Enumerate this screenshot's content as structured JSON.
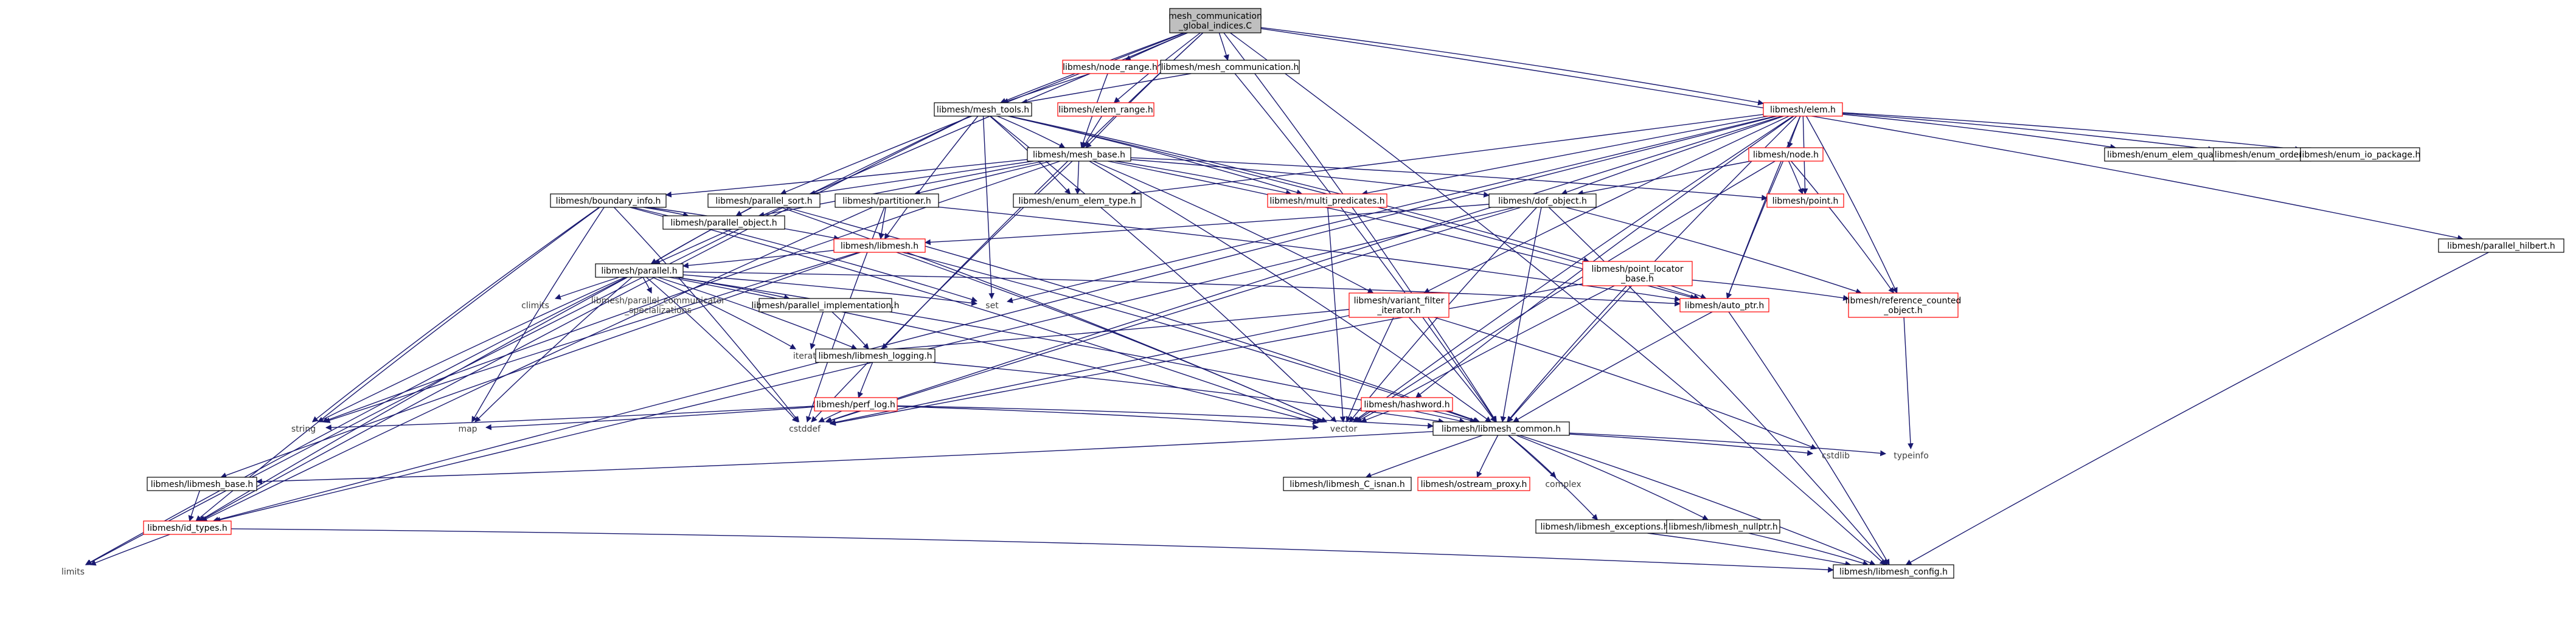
{
  "root": "mesh_communication_global_indices.C",
  "nodes": [
    {
      "id": "root",
      "label": [
        "mesh_communication",
        "_global_indices.C"
      ],
      "style": "root"
    },
    {
      "id": "node_range",
      "label": [
        "libmesh/node_range.h"
      ],
      "style": "red"
    },
    {
      "id": "mesh_communication",
      "label": [
        "libmesh/mesh_communication.h"
      ],
      "style": "black"
    },
    {
      "id": "mesh_tools",
      "label": [
        "libmesh/mesh_tools.h"
      ],
      "style": "black"
    },
    {
      "id": "elem_range",
      "label": [
        "libmesh/elem_range.h"
      ],
      "style": "red"
    },
    {
      "id": "mesh_base",
      "label": [
        "libmesh/mesh_base.h"
      ],
      "style": "black"
    },
    {
      "id": "elem",
      "label": [
        "libmesh/elem.h"
      ],
      "style": "red"
    },
    {
      "id": "enum_elem_quality",
      "label": [
        "libmesh/enum_elem_quality.h"
      ],
      "style": "black"
    },
    {
      "id": "enum_order",
      "label": [
        "libmesh/enum_order.h"
      ],
      "style": "black"
    },
    {
      "id": "enum_io_package",
      "label": [
        "libmesh/enum_io_package.h"
      ],
      "style": "black"
    },
    {
      "id": "parallel_hilbert",
      "label": [
        "libmesh/parallel_hilbert.h"
      ],
      "style": "black"
    },
    {
      "id": "boundary_info",
      "label": [
        "libmesh/boundary_info.h"
      ],
      "style": "black"
    },
    {
      "id": "parallel_sort",
      "label": [
        "libmesh/parallel_sort.h"
      ],
      "style": "black"
    },
    {
      "id": "partitioner",
      "label": [
        "libmesh/partitioner.h"
      ],
      "style": "black"
    },
    {
      "id": "enum_elem_type",
      "label": [
        "libmesh/enum_elem_type.h"
      ],
      "style": "black"
    },
    {
      "id": "multi_predicates",
      "label": [
        "libmesh/multi_predicates.h"
      ],
      "style": "red"
    },
    {
      "id": "dof_object",
      "label": [
        "libmesh/dof_object.h"
      ],
      "style": "black"
    },
    {
      "id": "node",
      "label": [
        "libmesh/node.h"
      ],
      "style": "red"
    },
    {
      "id": "point",
      "label": [
        "libmesh/point.h"
      ],
      "style": "red"
    },
    {
      "id": "parallel_object",
      "label": [
        "libmesh/parallel_object.h"
      ],
      "style": "black"
    },
    {
      "id": "libmesh_h",
      "label": [
        "libmesh/libmesh.h"
      ],
      "style": "red"
    },
    {
      "id": "parallel",
      "label": [
        "libmesh/parallel.h"
      ],
      "style": "black"
    },
    {
      "id": "point_locator_base",
      "label": [
        "libmesh/point_locator",
        "_base.h"
      ],
      "style": "red"
    },
    {
      "id": "auto_ptr",
      "label": [
        "libmesh/auto_ptr.h"
      ],
      "style": "red"
    },
    {
      "id": "reference_counted_object",
      "label": [
        "libmesh/reference_counted",
        "_object.h"
      ],
      "style": "red"
    },
    {
      "id": "climits",
      "label": [
        "climits"
      ],
      "style": "plain"
    },
    {
      "id": "parallel_comm_spec",
      "label": [
        "libmesh/parallel_communicator",
        "_specializations"
      ],
      "style": "plain"
    },
    {
      "id": "parallel_implementation",
      "label": [
        "libmesh/parallel_implementation.h"
      ],
      "style": "black"
    },
    {
      "id": "set",
      "label": [
        "set"
      ],
      "style": "plain"
    },
    {
      "id": "variant_filter_iterator",
      "label": [
        "libmesh/variant_filter",
        "_iterator.h"
      ],
      "style": "red"
    },
    {
      "id": "iterator",
      "label": [
        "iterator"
      ],
      "style": "plain"
    },
    {
      "id": "libmesh_logging",
      "label": [
        "libmesh/libmesh_logging.h"
      ],
      "style": "black"
    },
    {
      "id": "hashword",
      "label": [
        "libmesh/hashword.h"
      ],
      "style": "red"
    },
    {
      "id": "perf_log",
      "label": [
        "libmesh/perf_log.h"
      ],
      "style": "red"
    },
    {
      "id": "string",
      "label": [
        "string"
      ],
      "style": "plain"
    },
    {
      "id": "map",
      "label": [
        "map"
      ],
      "style": "plain"
    },
    {
      "id": "cstddef",
      "label": [
        "cstddef"
      ],
      "style": "plain"
    },
    {
      "id": "vector",
      "label": [
        "vector"
      ],
      "style": "plain"
    },
    {
      "id": "libmesh_common",
      "label": [
        "libmesh/libmesh_common.h"
      ],
      "style": "black"
    },
    {
      "id": "cstdlib",
      "label": [
        "cstdlib"
      ],
      "style": "plain"
    },
    {
      "id": "typeinfo",
      "label": [
        "typeinfo"
      ],
      "style": "plain"
    },
    {
      "id": "libmesh_base",
      "label": [
        "libmesh/libmesh_base.h"
      ],
      "style": "black"
    },
    {
      "id": "libmesh_c_isnan",
      "label": [
        "libmesh/libmesh_C_isnan.h"
      ],
      "style": "black"
    },
    {
      "id": "ostream_proxy",
      "label": [
        "libmesh/ostream_proxy.h"
      ],
      "style": "red"
    },
    {
      "id": "complex",
      "label": [
        "complex"
      ],
      "style": "plain"
    },
    {
      "id": "libmesh_exceptions",
      "label": [
        "libmesh/libmesh_exceptions.h"
      ],
      "style": "black"
    },
    {
      "id": "libmesh_nullptr",
      "label": [
        "libmesh/libmesh_nullptr.h"
      ],
      "style": "black"
    },
    {
      "id": "id_types",
      "label": [
        "libmesh/id_types.h"
      ],
      "style": "red"
    },
    {
      "id": "limits",
      "label": [
        "limits"
      ],
      "style": "plain"
    },
    {
      "id": "libmesh_config",
      "label": [
        "libmesh/libmesh_config.h"
      ],
      "style": "black"
    }
  ],
  "edges": [
    [
      "root",
      "node_range"
    ],
    [
      "root",
      "mesh_communication"
    ],
    [
      "root",
      "mesh_tools"
    ],
    [
      "root",
      "elem_range"
    ],
    [
      "root",
      "mesh_base"
    ],
    [
      "root",
      "elem"
    ],
    [
      "root",
      "parallel_hilbert"
    ],
    [
      "root",
      "parallel_sort"
    ],
    [
      "root",
      "parallel"
    ],
    [
      "root",
      "libmesh_logging"
    ],
    [
      "root",
      "libmesh_common"
    ],
    [
      "root",
      "libmesh_config"
    ],
    [
      "node_range",
      "mesh_base"
    ],
    [
      "node_range",
      "mesh_tools"
    ],
    [
      "mesh_communication",
      "mesh_tools"
    ],
    [
      "mesh_communication",
      "libmesh_common"
    ],
    [
      "elem_range",
      "mesh_base"
    ],
    [
      "mesh_tools",
      "mesh_base"
    ],
    [
      "mesh_tools",
      "enum_elem_type"
    ],
    [
      "mesh_tools",
      "libmesh_h"
    ],
    [
      "mesh_tools",
      "point_locator_base"
    ],
    [
      "mesh_tools",
      "id_types"
    ],
    [
      "mesh_tools",
      "set"
    ],
    [
      "mesh_tools",
      "limits"
    ],
    [
      "mesh_tools",
      "vector"
    ],
    [
      "mesh_tools",
      "auto_ptr"
    ],
    [
      "mesh_tools",
      "multi_predicates"
    ],
    [
      "mesh_base",
      "boundary_info"
    ],
    [
      "mesh_base",
      "parallel_object"
    ],
    [
      "mesh_base",
      "partitioner"
    ],
    [
      "mesh_base",
      "enum_elem_type"
    ],
    [
      "mesh_base",
      "multi_predicates"
    ],
    [
      "mesh_base",
      "dof_object"
    ],
    [
      "mesh_base",
      "point"
    ],
    [
      "mesh_base",
      "variant_filter_iterator"
    ],
    [
      "mesh_base",
      "auto_ptr"
    ],
    [
      "mesh_base",
      "libmesh_common"
    ],
    [
      "mesh_base",
      "string"
    ],
    [
      "mesh_base",
      "cstddef"
    ],
    [
      "mesh_base",
      "parallel_sort"
    ],
    [
      "elem",
      "enum_elem_quality"
    ],
    [
      "elem",
      "enum_order"
    ],
    [
      "elem",
      "enum_io_package"
    ],
    [
      "elem",
      "node"
    ],
    [
      "elem",
      "dof_object"
    ],
    [
      "elem",
      "point"
    ],
    [
      "elem",
      "multi_predicates"
    ],
    [
      "elem",
      "enum_elem_type"
    ],
    [
      "elem",
      "reference_counted_object"
    ],
    [
      "elem",
      "auto_ptr"
    ],
    [
      "elem",
      "hashword"
    ],
    [
      "elem",
      "id_types"
    ],
    [
      "elem",
      "variant_filter_iterator"
    ],
    [
      "elem",
      "libmesh_common"
    ],
    [
      "elem",
      "vector"
    ],
    [
      "elem",
      "set"
    ],
    [
      "elem",
      "cstddef"
    ],
    [
      "node",
      "point"
    ],
    [
      "node",
      "dof_object"
    ],
    [
      "node",
      "reference_counted_object"
    ],
    [
      "node",
      "auto_ptr"
    ],
    [
      "node",
      "vector"
    ],
    [
      "dof_object",
      "libmesh_h"
    ],
    [
      "dof_object",
      "reference_counted_object"
    ],
    [
      "dof_object",
      "libmesh_common"
    ],
    [
      "dof_object",
      "id_types"
    ],
    [
      "dof_object",
      "vector"
    ],
    [
      "dof_object",
      "cstddef"
    ],
    [
      "dof_object",
      "libmesh_config"
    ],
    [
      "parallel_hilbert",
      "libmesh_config"
    ],
    [
      "boundary_info",
      "parallel_object"
    ],
    [
      "boundary_info",
      "id_types"
    ],
    [
      "boundary_info",
      "libmesh_h"
    ],
    [
      "boundary_info",
      "map"
    ],
    [
      "boundary_info",
      "set"
    ],
    [
      "boundary_info",
      "vector"
    ],
    [
      "boundary_info",
      "string"
    ],
    [
      "boundary_info",
      "cstddef"
    ],
    [
      "parallel_sort",
      "parallel_object"
    ],
    [
      "parallel_sort",
      "parallel"
    ],
    [
      "parallel_sort",
      "vector"
    ],
    [
      "parallel_sort",
      "libmesh_common"
    ],
    [
      "partitioner",
      "libmesh_h"
    ],
    [
      "partitioner",
      "id_types"
    ],
    [
      "partitioner",
      "auto_ptr"
    ],
    [
      "partitioner",
      "cstddef"
    ],
    [
      "parallel_object",
      "parallel"
    ],
    [
      "libmesh_h",
      "parallel"
    ],
    [
      "libmesh_h",
      "libmesh_base"
    ],
    [
      "libmesh_h",
      "libmesh_common"
    ],
    [
      "libmesh_h",
      "string"
    ],
    [
      "libmesh_h",
      "vector"
    ],
    [
      "parallel",
      "climits"
    ],
    [
      "parallel",
      "parallel_comm_spec"
    ],
    [
      "parallel",
      "parallel_implementation"
    ],
    [
      "parallel",
      "set"
    ],
    [
      "parallel",
      "iterator"
    ],
    [
      "parallel",
      "libmesh_logging"
    ],
    [
      "parallel",
      "string"
    ],
    [
      "parallel",
      "map"
    ],
    [
      "parallel",
      "cstddef"
    ],
    [
      "parallel",
      "vector"
    ],
    [
      "parallel",
      "libmesh_common"
    ],
    [
      "parallel",
      "auto_ptr"
    ],
    [
      "parallel",
      "limits"
    ],
    [
      "parallel",
      "id_types"
    ],
    [
      "parallel_implementation",
      "libmesh_logging"
    ],
    [
      "parallel_implementation",
      "iterator"
    ],
    [
      "point_locator_base",
      "reference_counted_object"
    ],
    [
      "point_locator_base",
      "auto_ptr"
    ],
    [
      "point_locator_base",
      "libmesh_common"
    ],
    [
      "point_locator_base",
      "vector"
    ],
    [
      "point_locator_base",
      "cstddef"
    ],
    [
      "auto_ptr",
      "libmesh_common"
    ],
    [
      "auto_ptr",
      "libmesh_config"
    ],
    [
      "reference_counted_object",
      "typeinfo"
    ],
    [
      "variant_filter_iterator",
      "iterator"
    ],
    [
      "variant_filter_iterator",
      "libmesh_common"
    ],
    [
      "variant_filter_iterator",
      "vector"
    ],
    [
      "variant_filter_iterator",
      "cstddef"
    ],
    [
      "variant_filter_iterator",
      "cstdlib"
    ],
    [
      "multi_predicates",
      "vector"
    ],
    [
      "libmesh_logging",
      "perf_log"
    ],
    [
      "libmesh_logging",
      "libmesh_common"
    ],
    [
      "hashword",
      "libmesh_common"
    ],
    [
      "hashword",
      "vector"
    ],
    [
      "perf_log",
      "string"
    ],
    [
      "perf_log",
      "map"
    ],
    [
      "perf_log",
      "vector"
    ],
    [
      "perf_log",
      "cstddef"
    ],
    [
      "perf_log",
      "libmesh_common"
    ],
    [
      "libmesh_common",
      "libmesh_base"
    ],
    [
      "libmesh_common",
      "libmesh_c_isnan"
    ],
    [
      "libmesh_common",
      "ostream_proxy"
    ],
    [
      "libmesh_common",
      "complex"
    ],
    [
      "libmesh_common",
      "libmesh_exceptions"
    ],
    [
      "libmesh_common",
      "libmesh_nullptr"
    ],
    [
      "libmesh_common",
      "cstdlib"
    ],
    [
      "libmesh_common",
      "typeinfo"
    ],
    [
      "libmesh_common",
      "libmesh_config"
    ],
    [
      "libmesh_base",
      "id_types"
    ],
    [
      "libmesh_exceptions",
      "libmesh_config"
    ],
    [
      "libmesh_nullptr",
      "libmesh_config"
    ],
    [
      "id_types",
      "limits"
    ],
    [
      "id_types",
      "libmesh_config"
    ]
  ]
}
